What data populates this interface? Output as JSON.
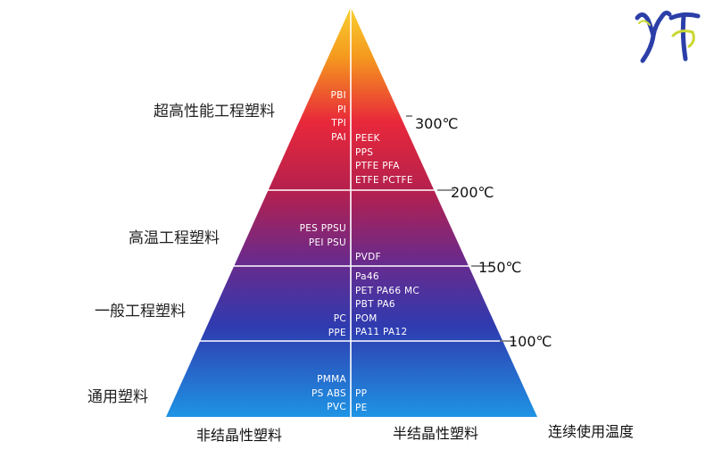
{
  "layers": [
    {
      "name": "超高性能工程塑料",
      "temp": "300℃",
      "amorphous": [
        "PBI",
        "PI",
        "TPI",
        "PAI"
      ],
      "semicrystalline": [
        "PEEK",
        "PPS",
        "PTFE  PFA",
        "ETFE  PCTFE"
      ]
    },
    {
      "name": "高温工程塑料",
      "temp": "200℃",
      "amorphous": [
        "PES  PPSU",
        "PEI  PSU"
      ],
      "semicrystalline": [
        "PVDF"
      ]
    },
    {
      "name": "一般工程塑料",
      "temp": "150℃",
      "amorphous": [
        "PC",
        "PPE"
      ],
      "semicrystalline": [
        "Pa46",
        "PET  PA66  MC",
        "PBT  PA6",
        "POM",
        "PA11  PA12"
      ]
    },
    {
      "name": "通用塑料",
      "temp": "100℃",
      "amorphous": [
        "PMMA",
        "PS  ABS",
        "PVC"
      ],
      "semicrystalline": [
        "PP",
        "PE"
      ]
    }
  ],
  "bottom": {
    "amorphous": "非结晶性塑料",
    "semicrystalline": "半结晶性塑料",
    "axis": "连续使用温度"
  },
  "colors": {
    "top": "#f8c630",
    "upper": "#e8283a",
    "middle": "#6a2a8c",
    "lower": "#2f3bb0",
    "base": "#1e8fe0"
  }
}
